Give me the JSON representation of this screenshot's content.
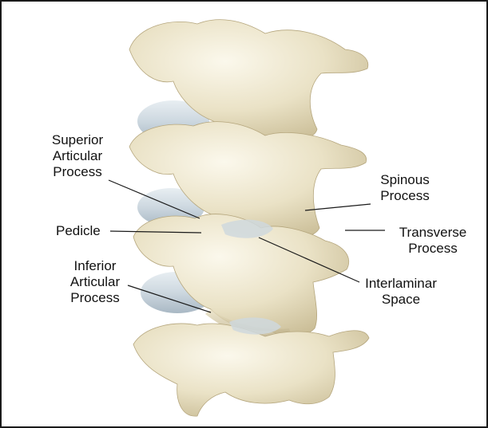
{
  "labels": {
    "superior_articular_process": [
      "Superior",
      "Articular",
      "Process"
    ],
    "pedicle": "Pedicle",
    "inferior_articular_process": [
      "Inferior",
      "Articular",
      "Process"
    ],
    "spinous_process": [
      "Spinous",
      "Process"
    ],
    "transverse_process": [
      "Transverse",
      "Process"
    ],
    "interlaminar_space": [
      "Interlaminar",
      "Space"
    ]
  },
  "colors": {
    "bone_light": "#f3eedb",
    "bone_mid": "#e2d8b8",
    "bone_shadow": "#b9ab84",
    "disc": "#d4dde4",
    "disc_shadow": "#aebbc6",
    "leader_line": "#1a1a1a",
    "frame": "#1a1a1a"
  }
}
